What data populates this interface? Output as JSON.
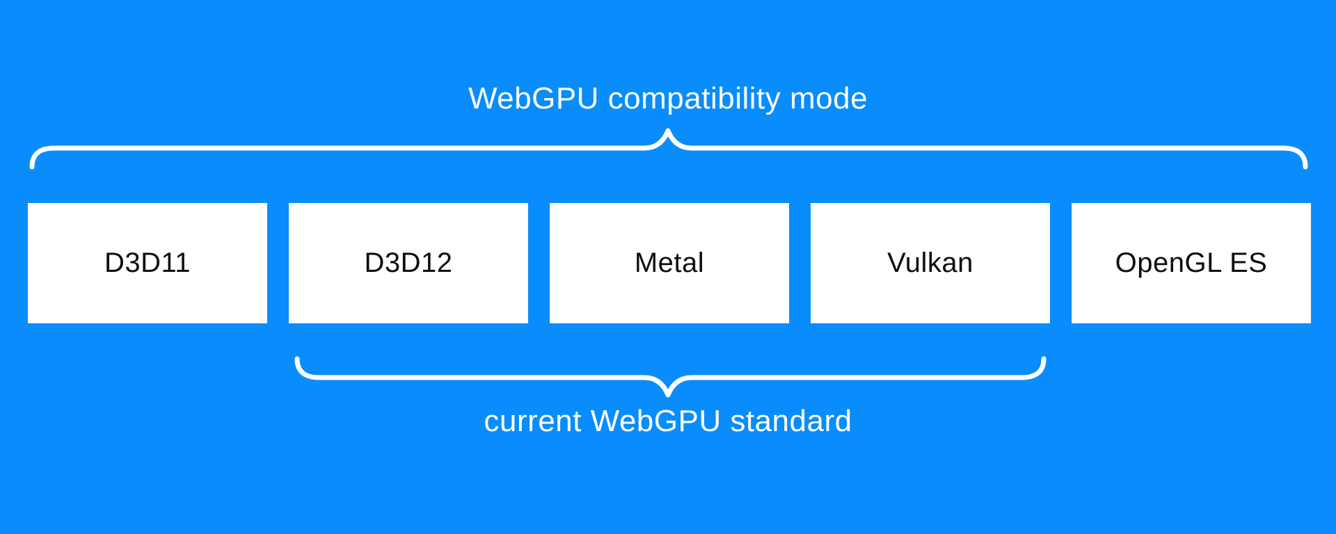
{
  "diagram": {
    "top_group": {
      "label": "WebGPU compatibility mode"
    },
    "bottom_group": {
      "label": "current WebGPU standard"
    },
    "backends": [
      {
        "label": "D3D11"
      },
      {
        "label": "D3D12"
      },
      {
        "label": "Metal"
      },
      {
        "label": "Vulkan"
      },
      {
        "label": "OpenGL ES"
      }
    ]
  },
  "colors": {
    "background": "#0a8dfc",
    "box_background": "#ffffff",
    "box_text": "#0d0d0d",
    "label_text": "#ffffff",
    "brace_stroke": "#ffffff"
  }
}
